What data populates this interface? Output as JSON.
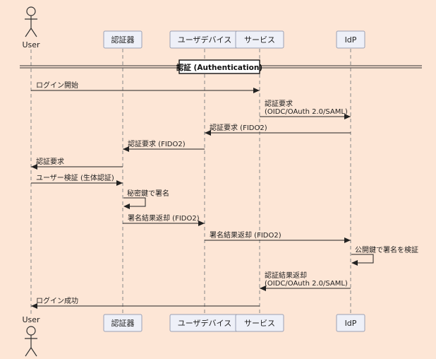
{
  "participants": [
    {
      "id": "user",
      "label": "User",
      "kind": "actor"
    },
    {
      "id": "auth",
      "label": "認証器",
      "kind": "box"
    },
    {
      "id": "device",
      "label": "ユーザデバイス",
      "kind": "box"
    },
    {
      "id": "service",
      "label": "サービス",
      "kind": "box"
    },
    {
      "id": "idp",
      "label": "IdP",
      "kind": "box"
    }
  ],
  "divider": {
    "label": "認証 (Authentication)"
  },
  "messages": [
    {
      "from": "user",
      "to": "service",
      "lines": [
        "ログイン開始"
      ]
    },
    {
      "from": "service",
      "to": "idp",
      "lines": [
        "認証要求",
        "(OIDC/OAuth 2.0/SAML)"
      ]
    },
    {
      "from": "idp",
      "to": "device",
      "lines": [
        "認証要求 (FIDO2)"
      ]
    },
    {
      "from": "device",
      "to": "auth",
      "lines": [
        "認証要求 (FIDO2)"
      ]
    },
    {
      "from": "auth",
      "to": "user",
      "lines": [
        "認証要求"
      ]
    },
    {
      "from": "user",
      "to": "auth",
      "lines": [
        "ユーザー検証 (生体認証)"
      ]
    },
    {
      "from": "auth",
      "to": "auth",
      "lines": [
        "秘密鍵で署名"
      ]
    },
    {
      "from": "auth",
      "to": "device",
      "lines": [
        "署名結果返却 (FIDO2)"
      ]
    },
    {
      "from": "device",
      "to": "idp",
      "lines": [
        "署名結果返却 (FIDO2)"
      ]
    },
    {
      "from": "idp",
      "to": "idp",
      "lines": [
        "公開鍵で署名を検証"
      ]
    },
    {
      "from": "idp",
      "to": "service",
      "lines": [
        "認証結果返却",
        "(OIDC/OAuth 2.0/SAML)"
      ]
    },
    {
      "from": "service",
      "to": "user",
      "lines": [
        "ログイン成功"
      ]
    }
  ]
}
